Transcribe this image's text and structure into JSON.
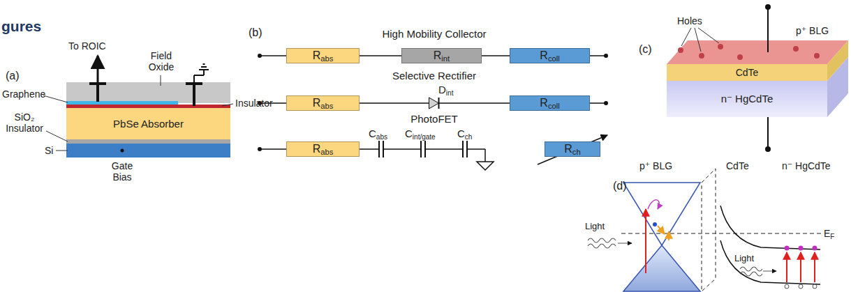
{
  "diagram": {
    "title": "gures",
    "nodes": [
      {
        "text": [
          "PbSe Absorber"
        ]
      },
      {
        "text": [
          "R",
          "abs"
        ]
      },
      {
        "text": [
          "R",
          "int"
        ]
      },
      {
        "text": [
          "R",
          "coll"
        ]
      },
      {
        "text": [
          "R",
          "abs"
        ]
      },
      {
        "text": [
          "R",
          "coll"
        ]
      },
      {
        "text": [
          "R",
          "abs"
        ]
      },
      {
        "text": [
          "R",
          "ch"
        ]
      },
      {
        "text": [
          "CdTe"
        ]
      },
      {
        "text": [
          "n⁻ HgCdTe"
        ]
      }
    ],
    "edges": [
      {
        "from": 1,
        "to": 2,
        "arrow": "none"
      },
      {
        "from": 2,
        "to": 3,
        "arrow": "none"
      },
      {
        "from": 4,
        "to": 5,
        "arrow": "none"
      }
    ],
    "labels": [
      "(a)",
      "To ROIC",
      "Field Oxide",
      "Graphene",
      "Insulator",
      "SiO₂ Insulator",
      "Si",
      "Gate Bias",
      "(b)",
      "High Mobility Collector",
      "Selective Rectifier",
      "D",
      "int",
      "PhotoFET",
      "C",
      "abs",
      "C",
      "int/gate",
      "C",
      "ch",
      "(c)",
      "Holes",
      "p⁺ BLG",
      "(d)",
      "p⁺ BLG",
      "CdTe",
      "n⁻ HgCdTe",
      "Light",
      "Light",
      "E",
      "F"
    ]
  }
}
